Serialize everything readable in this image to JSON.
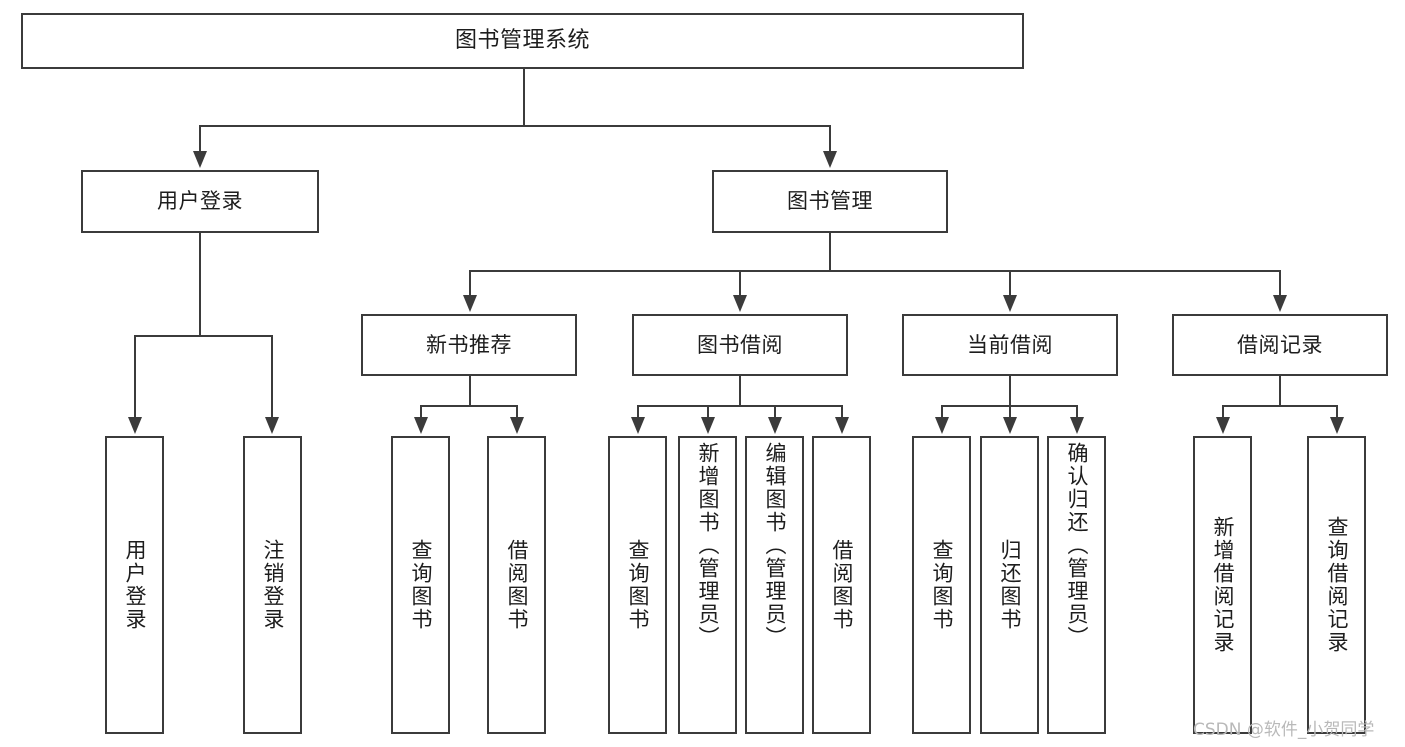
{
  "diagram": {
    "type": "tree-hierarchy",
    "title": "图书管理系统",
    "watermark": "CSDN @软件_小贺同学",
    "colors": {
      "box_border": "#3b3b3b",
      "box_fill": "#ffffff",
      "line": "#3b3b3b",
      "text": "#1d1d1d",
      "watermark": "#b9b9b9",
      "background": "#ffffff"
    },
    "nodes": {
      "root": {
        "label": "图书管理系统"
      },
      "level2": [
        {
          "label": "用户登录"
        },
        {
          "label": "图书管理"
        }
      ],
      "level3": [
        {
          "label": "新书推荐"
        },
        {
          "label": "图书借阅"
        },
        {
          "label": "当前借阅"
        },
        {
          "label": "借阅记录"
        }
      ],
      "leaves": {
        "user_login": [
          {
            "label": "用户登录"
          },
          {
            "label": "注销登录"
          }
        ],
        "new_book": [
          {
            "label": "查询图书"
          },
          {
            "label": "借阅图书"
          }
        ],
        "book_borrow": [
          {
            "label": "查询图书"
          },
          {
            "label": "新增图书（管理员）"
          },
          {
            "label": "编辑图书（管理员）"
          },
          {
            "label": "借阅图书"
          }
        ],
        "current_borrow": [
          {
            "label": "查询图书"
          },
          {
            "label": "归还图书"
          },
          {
            "label": "确认归还（管理员）"
          }
        ],
        "borrow_record": [
          {
            "label": "新增借阅记录"
          },
          {
            "label": "查询借阅记录"
          }
        ]
      }
    }
  }
}
